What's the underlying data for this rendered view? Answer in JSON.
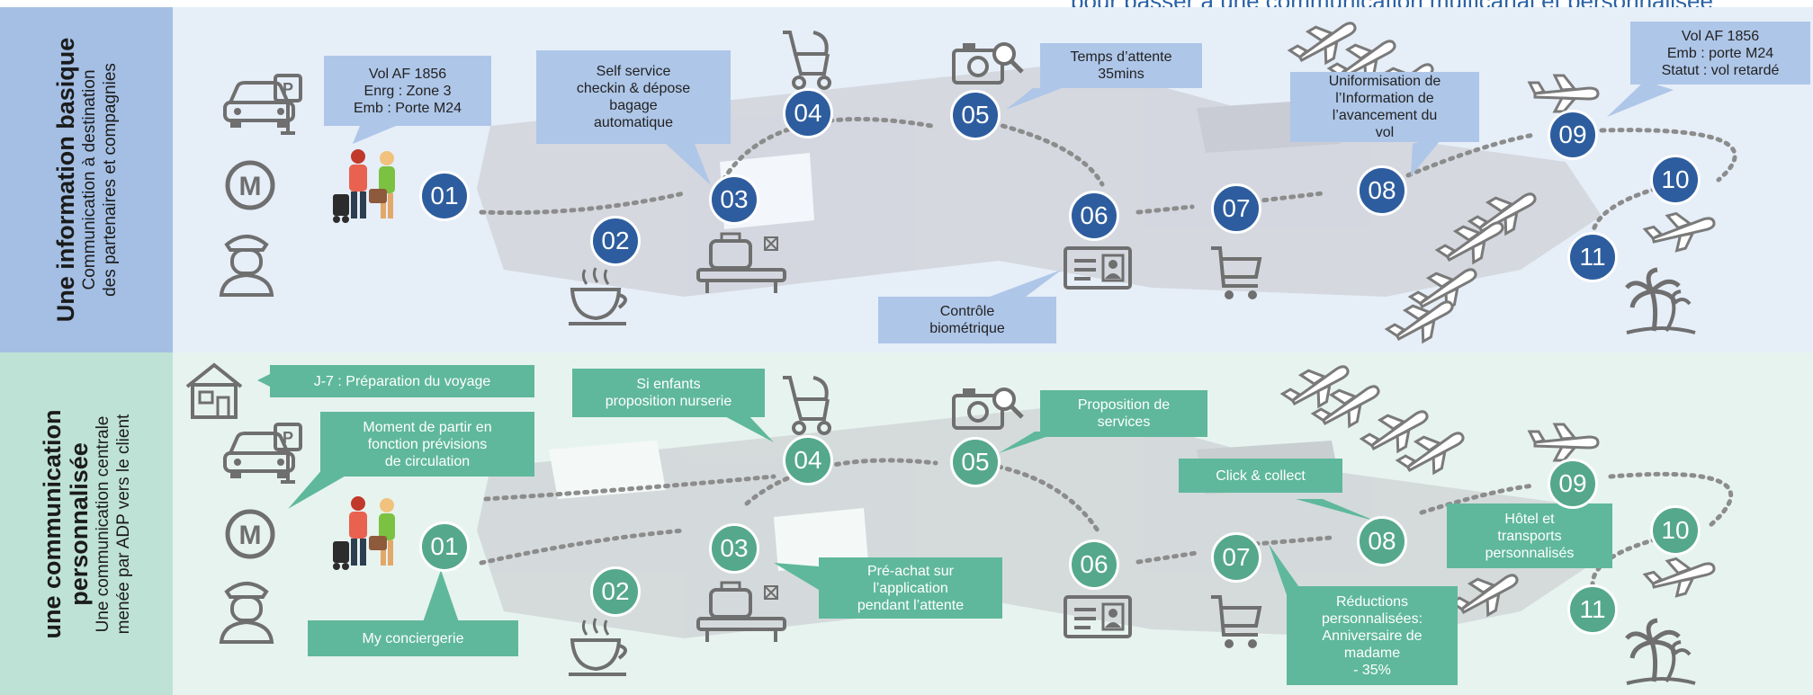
{
  "top_cut_text": "pour passer à une communication multicanal et personnalisée",
  "rows": {
    "top": {
      "title": "Une information basique",
      "subtitle_1": "Communication à destination",
      "subtitle_2": "des partenaires et compagnies",
      "step_numbers": [
        "01",
        "02",
        "03",
        "04",
        "05",
        "06",
        "07",
        "08",
        "09",
        "10",
        "11"
      ],
      "bubbles": [
        "Vol AF 1856\nEnrg : Zone 3\nEmb : Porte M24",
        "Self service\ncheckin & dépose\nbagage\nautomatique",
        "Temps d’attente\n35mins",
        "Uniformisation de\nl’Information de\nl’avancement  du\nvol",
        "Vol AF 1856\nEmb : porte M24\nStatut : vol retardé",
        "Contrôle\nbiométrique"
      ]
    },
    "bottom": {
      "title_1": "une communication",
      "title_2": "personnalisée",
      "subtitle_1": "Une communication centrale",
      "subtitle_2": "menée par ADP vers le client",
      "step_numbers": [
        "01",
        "02",
        "03",
        "04",
        "05",
        "06",
        "07",
        "08",
        "09",
        "10",
        "11"
      ],
      "bubbles": [
        "J-7 : Préparation du voyage",
        "Moment de partir en\nfonction prévisions\nde circulation",
        "Si enfants\nproposition nurserie",
        "Proposition de\nservices",
        "Click & collect",
        "Hôtel et\ntransports\npersonnalisés",
        "Pré-achat sur\nl’application\npendant l’attente",
        "Réductions\npersonnalisées:\nAnniversaire de\nmadame\n- 35%",
        "My conciergerie"
      ]
    }
  },
  "icons": [
    "car-icon",
    "parking-sign-icon",
    "metro-icon",
    "driver-icon",
    "travellers-icon",
    "coffee-icon",
    "luggage-scanner-icon",
    "stroller-icon",
    "camera-search-icon",
    "id-card-icon",
    "shopping-cart-icon",
    "airplane-icon",
    "palm-tree-icon",
    "house-icon"
  ],
  "colors": {
    "top_band": "#e6eef8",
    "top_header": "#a4bfe3",
    "bottom_band": "#e7f3ef",
    "bottom_header": "#bfe2d6",
    "blue_circle": "#2d5d9e",
    "green_circle": "#55a88b",
    "blue_bubble": "#aec6e8",
    "green_bubble": "#5fb89b"
  }
}
